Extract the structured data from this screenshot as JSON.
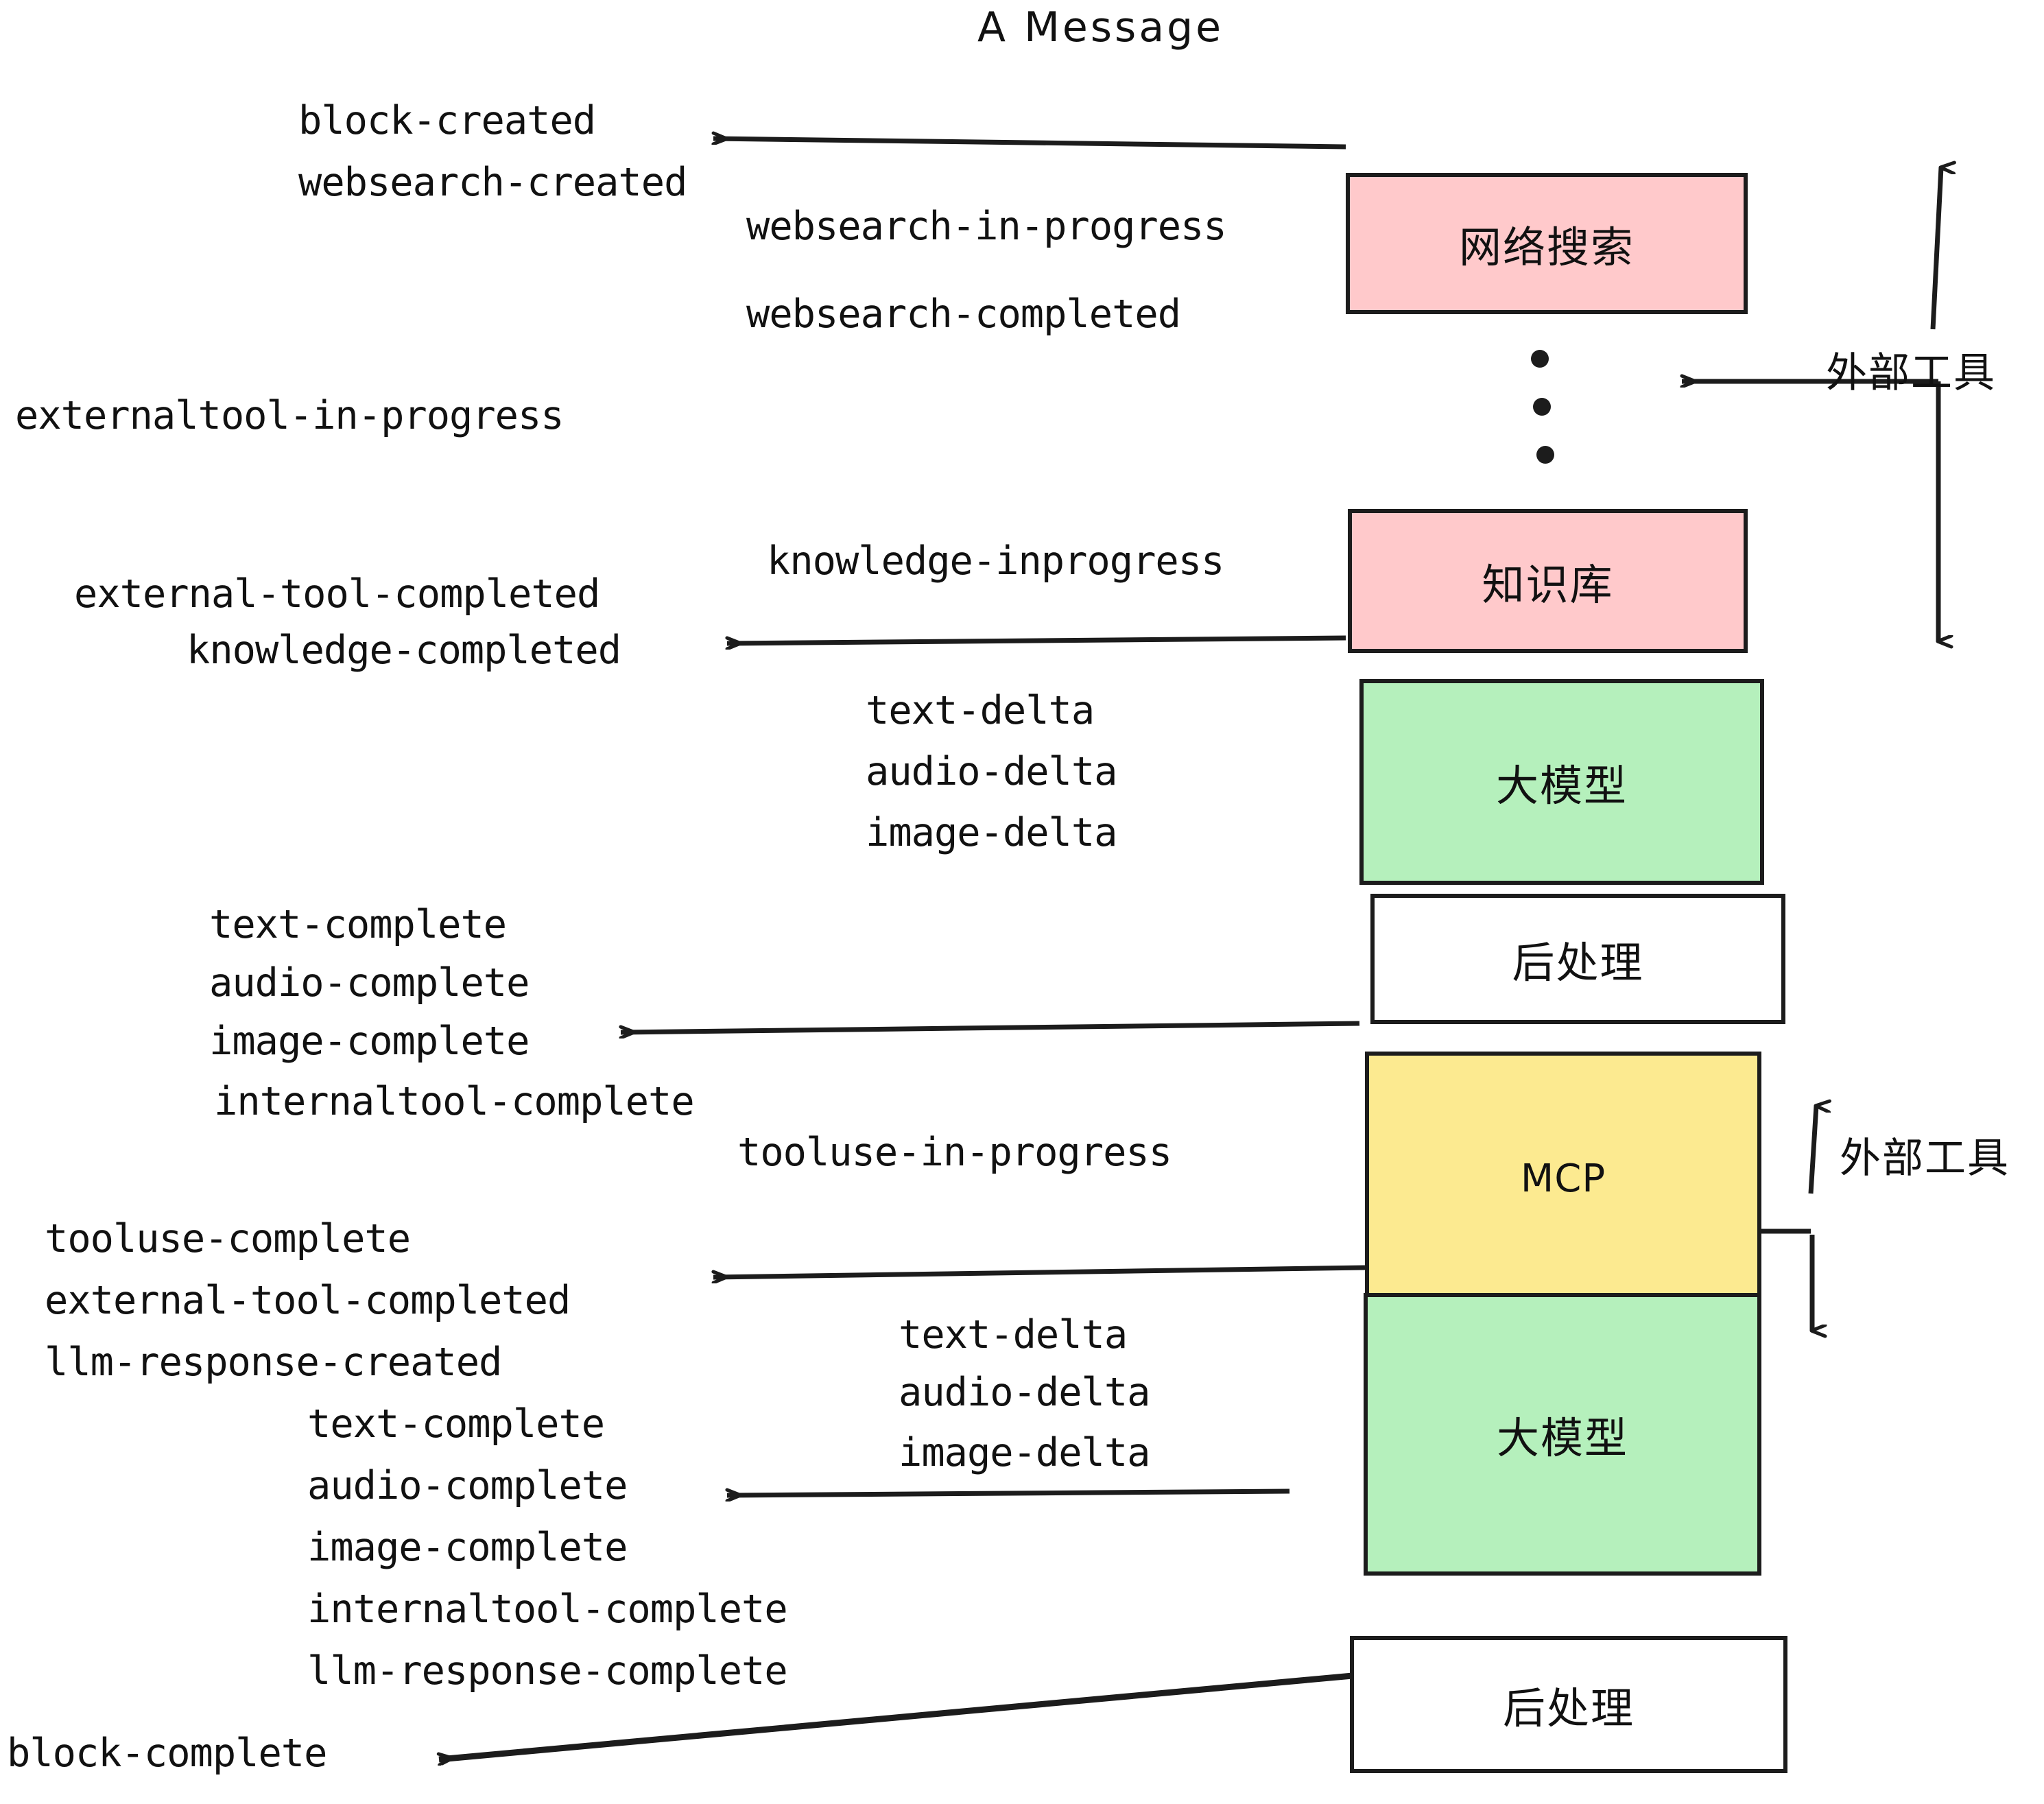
{
  "diagram": {
    "title": "A Message",
    "colors": {
      "pink": "#ffc9cb",
      "green": "#b5f0bc",
      "yellow": "#fcea90",
      "white": "#ffffff",
      "stroke": "#1c1c1c",
      "background": "#ffffff"
    },
    "nodes": [
      {
        "id": "websearch",
        "label": "网络搜索",
        "fill": "pink"
      },
      {
        "id": "knowledge",
        "label": "知识库",
        "fill": "pink"
      },
      {
        "id": "llm-top",
        "label": "大模型",
        "fill": "green"
      },
      {
        "id": "postprocess-top",
        "label": "后处理",
        "fill": "white"
      },
      {
        "id": "mcp",
        "label": "MCP",
        "fill": "yellow"
      },
      {
        "id": "llm-bottom",
        "label": "大模型",
        "fill": "green"
      },
      {
        "id": "postprocess-bottom",
        "label": "后处理",
        "fill": "white"
      }
    ],
    "side_labels": [
      {
        "id": "external-tools-top",
        "label": "外部工具"
      },
      {
        "id": "external-tools-bottom",
        "label": "外部工具"
      }
    ],
    "events": [
      {
        "id": "block-created",
        "text": "block-created"
      },
      {
        "id": "websearch-created",
        "text": "websearch-created"
      },
      {
        "id": "websearch-in-progress",
        "text": "websearch-in-progress"
      },
      {
        "id": "websearch-completed",
        "text": "websearch-completed"
      },
      {
        "id": "externaltool-in-progress",
        "text": "externaltool-in-progress"
      },
      {
        "id": "knowledge-inprogress",
        "text": "knowledge-inprogress"
      },
      {
        "id": "external-tool-completed-1",
        "text": "external-tool-completed"
      },
      {
        "id": "knowledge-completed",
        "text": "knowledge-completed"
      },
      {
        "id": "text-delta-1",
        "text": "text-delta"
      },
      {
        "id": "audio-delta-1",
        "text": "audio-delta"
      },
      {
        "id": "image-delta-1",
        "text": "image-delta"
      },
      {
        "id": "text-complete-1",
        "text": "text-complete"
      },
      {
        "id": "audio-complete-1",
        "text": "audio-complete"
      },
      {
        "id": "image-complete-1",
        "text": "image-complete"
      },
      {
        "id": "internaltool-complete-1",
        "text": "internaltool-complete"
      },
      {
        "id": "tooluse-in-progress",
        "text": "tooluse-in-progress"
      },
      {
        "id": "tooluse-complete",
        "text": "tooluse-complete"
      },
      {
        "id": "external-tool-completed-2",
        "text": "external-tool-completed"
      },
      {
        "id": "llm-response-created",
        "text": "llm-response-created"
      },
      {
        "id": "text-delta-2",
        "text": "text-delta"
      },
      {
        "id": "audio-delta-2",
        "text": "audio-delta"
      },
      {
        "id": "image-delta-2",
        "text": "image-delta"
      },
      {
        "id": "text-complete-2",
        "text": "text-complete"
      },
      {
        "id": "audio-complete-2",
        "text": "audio-complete"
      },
      {
        "id": "image-complete-2",
        "text": "image-complete"
      },
      {
        "id": "internaltool-complete-2",
        "text": "internaltool-complete"
      },
      {
        "id": "llm-response-complete",
        "text": "llm-response-complete"
      },
      {
        "id": "block-complete",
        "text": "block-complete"
      }
    ],
    "ellipsis_dots": 3
  }
}
